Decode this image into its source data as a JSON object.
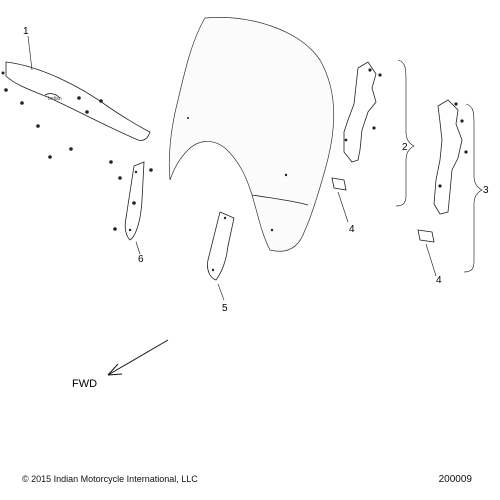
{
  "callouts": [
    {
      "id": "c1",
      "label": "1"
    },
    {
      "id": "c2",
      "label": "2"
    },
    {
      "id": "c3",
      "label": "3"
    },
    {
      "id": "c4a",
      "label": "4"
    },
    {
      "id": "c4b",
      "label": "4"
    },
    {
      "id": "c5",
      "label": "5"
    },
    {
      "id": "c6",
      "label": "6"
    }
  ],
  "direction_label": "FWD",
  "footer": {
    "copyright": "© 2015 Indian Motorcycle International, LLC",
    "drawing_number": "200009"
  }
}
